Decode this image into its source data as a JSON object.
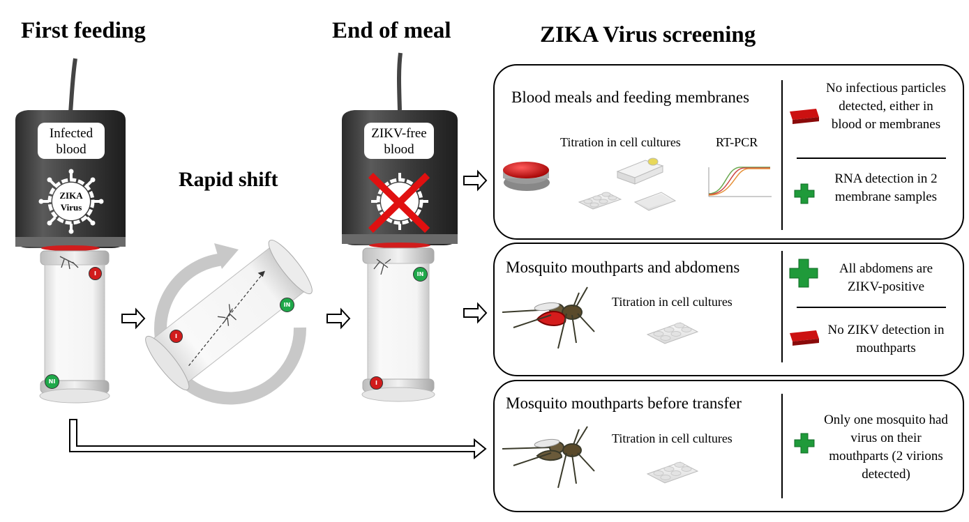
{
  "headers": {
    "first_feeding": "First feeding",
    "end_of_meal": "End of meal",
    "screening": "ZIKA Virus screening",
    "rapid_shift": "Rapid shift"
  },
  "feeder1": {
    "label": "Infected blood",
    "virus_line1": "ZIKA",
    "virus_line2": "Virus"
  },
  "feeder2": {
    "label": "ZIKV-free blood"
  },
  "tube_markers": {
    "tube1_top": "I",
    "tube1_bottom": "NI",
    "tube2_left": "I",
    "tube2_right": "IN",
    "tube3_top": "IN",
    "tube3_bottom": "I"
  },
  "panel1": {
    "title": "Blood meals and feeding membranes",
    "titration": "Titration in cell cultures",
    "rtpcr": "RT-PCR",
    "result1": "No infectious particles detected, either in blood or membranes",
    "result2": "RNA detection in 2 membrane samples"
  },
  "panel2": {
    "title": "Mosquito mouthparts and abdomens",
    "titration": "Titration in cell cultures",
    "result1": "All abdomens are ZIKV-positive",
    "result2": "No ZIKV detection in mouthparts"
  },
  "panel3": {
    "title": "Mosquito mouthparts before transfer",
    "titration": "Titration in cell cultures",
    "result1": "Only one mosquito had virus on their mouthparts (2 virions detected)"
  },
  "colors": {
    "minus": "#cc1111",
    "plus": "#1f9a3a",
    "feeder": "#3a3a3a",
    "cross": "#e01010"
  }
}
